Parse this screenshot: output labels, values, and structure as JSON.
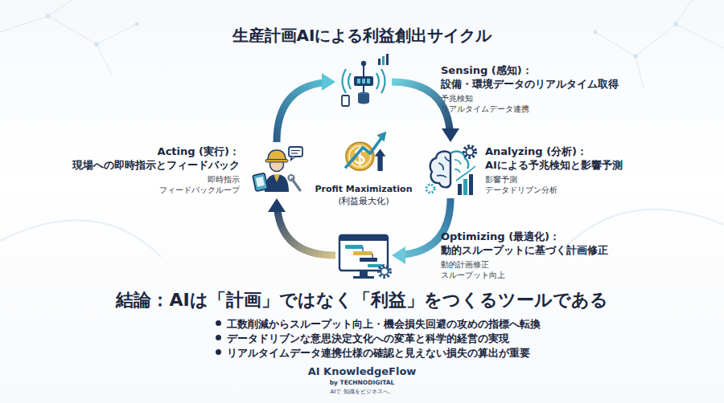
{
  "diagram": {
    "title": "生産計画AIによる利益創出サイクル",
    "nodes": [
      {
        "text": [
          "Sensing (感知)：",
          "設備・環境データのリアルタイム取得",
          "予兆検知",
          "リアルタイムデータ連携"
        ]
      },
      {
        "text": [
          "Analyzing (分析)：",
          "AIによる予兆検知と影響予測",
          "影響予測",
          "データドリブン分析"
        ]
      },
      {
        "text": [
          "Optimizing (最適化)：",
          "動的スループットに基づく計画修正",
          "動的計画修正",
          "スループット向上"
        ]
      },
      {
        "text": [
          "Acting (実行)：",
          "現場への即時指示とフィードバック",
          "即時指示",
          "フィードバックループ"
        ]
      },
      {
        "text": [
          "Profit Maximization",
          "(利益最大化)"
        ]
      }
    ],
    "edges": [
      {
        "from": 0,
        "to": 1,
        "arrow": "to"
      },
      {
        "from": 1,
        "to": 2,
        "arrow": "to"
      },
      {
        "from": 2,
        "to": 3,
        "arrow": "to"
      },
      {
        "from": 3,
        "to": 0,
        "arrow": "to"
      }
    ],
    "labels": [
      "結論：AIは「計画」ではなく「利益」をつくるツールである",
      "工数削減からスループット向上・機会損失回避の攻めの指標へ転換",
      "データドリブンな意思決定文化への変革と科学的経営の実現",
      "リアルタイムデータ連携仕様の確認と見えない損失の算出が重要",
      "AI KnowledgeFlow",
      "by TECHNODIGITAL",
      "AIで 知識をビジネスへ。"
    ]
  }
}
